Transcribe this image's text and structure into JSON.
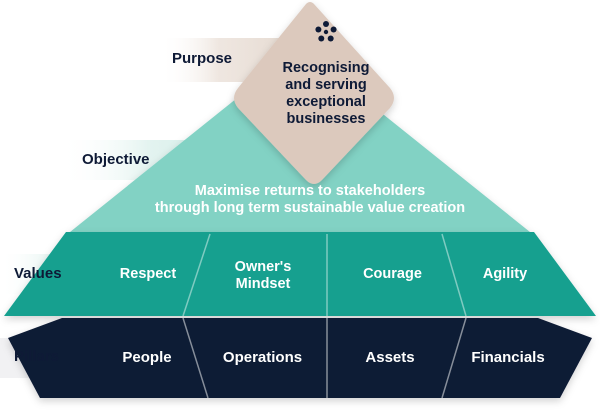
{
  "side_labels": {
    "purpose": "Purpose",
    "objective": "Objective",
    "values": "Values",
    "pillars": "Pillars"
  },
  "purpose": {
    "line1": "Recognising",
    "line2": "and serving",
    "line3": "exceptional",
    "line4": "businesses",
    "icon": "star-knot-icon"
  },
  "objective": {
    "line1": "Maximise returns to stakeholders",
    "line2": "through long term sustainable value creation"
  },
  "values": [
    {
      "line1": "Respect",
      "line2": ""
    },
    {
      "line1": "Owner's",
      "line2": "Mindset"
    },
    {
      "line1": "Courage",
      "line2": ""
    },
    {
      "line1": "Agility",
      "line2": ""
    }
  ],
  "pillars": [
    "People",
    "Operations",
    "Assets",
    "Financials"
  ],
  "colors": {
    "purpose_fill": "#dcc9bd",
    "objective_fill": "#82d2c4",
    "values_fill": "#13a08f",
    "pillars_fill": "#0d1a36",
    "band_fill": "#f4efeb",
    "text_dark": "#0e1a36"
  }
}
